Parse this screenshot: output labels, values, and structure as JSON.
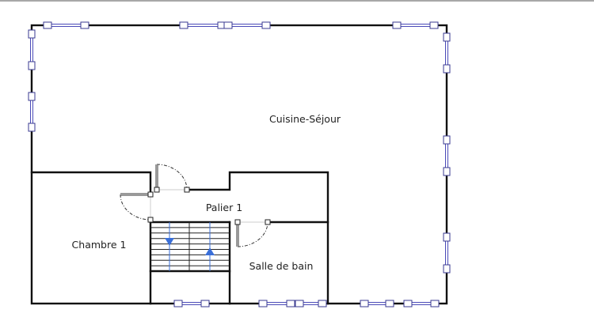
{
  "rooms": {
    "cuisine_sejour": "Cuisine-Séjour",
    "palier": "Palier 1",
    "chambre": "Chambre 1",
    "salle_de_bain": "Salle de bain"
  },
  "colors": {
    "wall": "#111111",
    "window": "#4b4bb8",
    "stair_arrow": "#3a6fd8"
  },
  "stairs": {
    "left_flight_direction": "down",
    "right_flight_direction": "up"
  }
}
